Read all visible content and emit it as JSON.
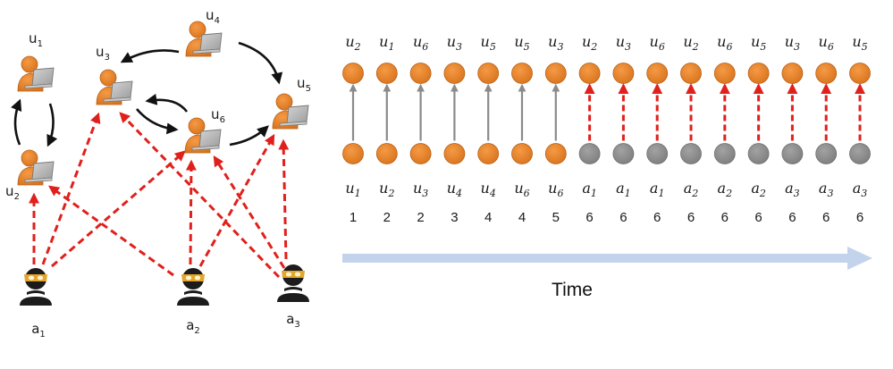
{
  "colors": {
    "user_orange": "#E8822A",
    "user_orange_dark": "#B85F14",
    "attacker_black": "#1c1c1c",
    "mask_gold": "#E3A52A",
    "laptop_gray": "#A9A9A9",
    "attack_red": "#E0201C",
    "normal_arrow_gray": "#8A8A8A",
    "gray_node": "#8E8E8E",
    "time_arrow": "#C3D3EC"
  },
  "graph": {
    "users": [
      {
        "id": "u1",
        "base": "u",
        "sub": "1",
        "icon": "user-laptop-icon"
      },
      {
        "id": "u2",
        "base": "u",
        "sub": "2",
        "icon": "user-laptop-icon"
      },
      {
        "id": "u3",
        "base": "u",
        "sub": "3",
        "icon": "user-laptop-icon"
      },
      {
        "id": "u4",
        "base": "u",
        "sub": "4",
        "icon": "user-laptop-icon"
      },
      {
        "id": "u5",
        "base": "u",
        "sub": "5",
        "icon": "user-laptop-icon"
      },
      {
        "id": "u6",
        "base": "u",
        "sub": "6",
        "icon": "user-laptop-icon"
      }
    ],
    "attackers": [
      {
        "id": "a1",
        "base": "a",
        "sub": "1",
        "icon": "attacker-ninja-icon"
      },
      {
        "id": "a2",
        "base": "a",
        "sub": "2",
        "icon": "attacker-ninja-icon"
      },
      {
        "id": "a3",
        "base": "a",
        "sub": "3",
        "icon": "attacker-ninja-icon"
      }
    ],
    "normal_edges": [
      {
        "from": "u1",
        "to": "u2"
      },
      {
        "from": "u2",
        "to": "u1"
      },
      {
        "from": "u4",
        "to": "u3"
      },
      {
        "from": "u4",
        "to": "u5"
      },
      {
        "from": "u3",
        "to": "u6"
      },
      {
        "from": "u6",
        "to": "u3"
      },
      {
        "from": "u6",
        "to": "u5"
      }
    ],
    "attack_edges": [
      {
        "from": "a1",
        "to": "u2"
      },
      {
        "from": "a1",
        "to": "u3"
      },
      {
        "from": "a1",
        "to": "u6"
      },
      {
        "from": "a2",
        "to": "u2"
      },
      {
        "from": "a2",
        "to": "u6"
      },
      {
        "from": "a2",
        "to": "u5"
      },
      {
        "from": "a3",
        "to": "u3"
      },
      {
        "from": "a3",
        "to": "u6"
      },
      {
        "from": "a3",
        "to": "u5"
      }
    ]
  },
  "timeline": {
    "events": [
      {
        "src": "u1",
        "dst": "u2",
        "step": "1",
        "malicious": false
      },
      {
        "src": "u2",
        "dst": "u1",
        "step": "2",
        "malicious": false
      },
      {
        "src": "u3",
        "dst": "u6",
        "step": "2",
        "malicious": false
      },
      {
        "src": "u4",
        "dst": "u3",
        "step": "3",
        "malicious": false
      },
      {
        "src": "u4",
        "dst": "u5",
        "step": "4",
        "malicious": false
      },
      {
        "src": "u6",
        "dst": "u5",
        "step": "4",
        "malicious": false
      },
      {
        "src": "u6",
        "dst": "u3",
        "step": "5",
        "malicious": false
      },
      {
        "src": "a1",
        "dst": "u2",
        "step": "6",
        "malicious": true
      },
      {
        "src": "a1",
        "dst": "u3",
        "step": "6",
        "malicious": true
      },
      {
        "src": "a1",
        "dst": "u6",
        "step": "6",
        "malicious": true
      },
      {
        "src": "a2",
        "dst": "u2",
        "step": "6",
        "malicious": true
      },
      {
        "src": "a2",
        "dst": "u6",
        "step": "6",
        "malicious": true
      },
      {
        "src": "a2",
        "dst": "u5",
        "step": "6",
        "malicious": true
      },
      {
        "src": "a3",
        "dst": "u3",
        "step": "6",
        "malicious": true
      },
      {
        "src": "a3",
        "dst": "u6",
        "step": "6",
        "malicious": true
      },
      {
        "src": "a3",
        "dst": "u5",
        "step": "6",
        "malicious": true
      }
    ],
    "axis_label": "Time"
  }
}
